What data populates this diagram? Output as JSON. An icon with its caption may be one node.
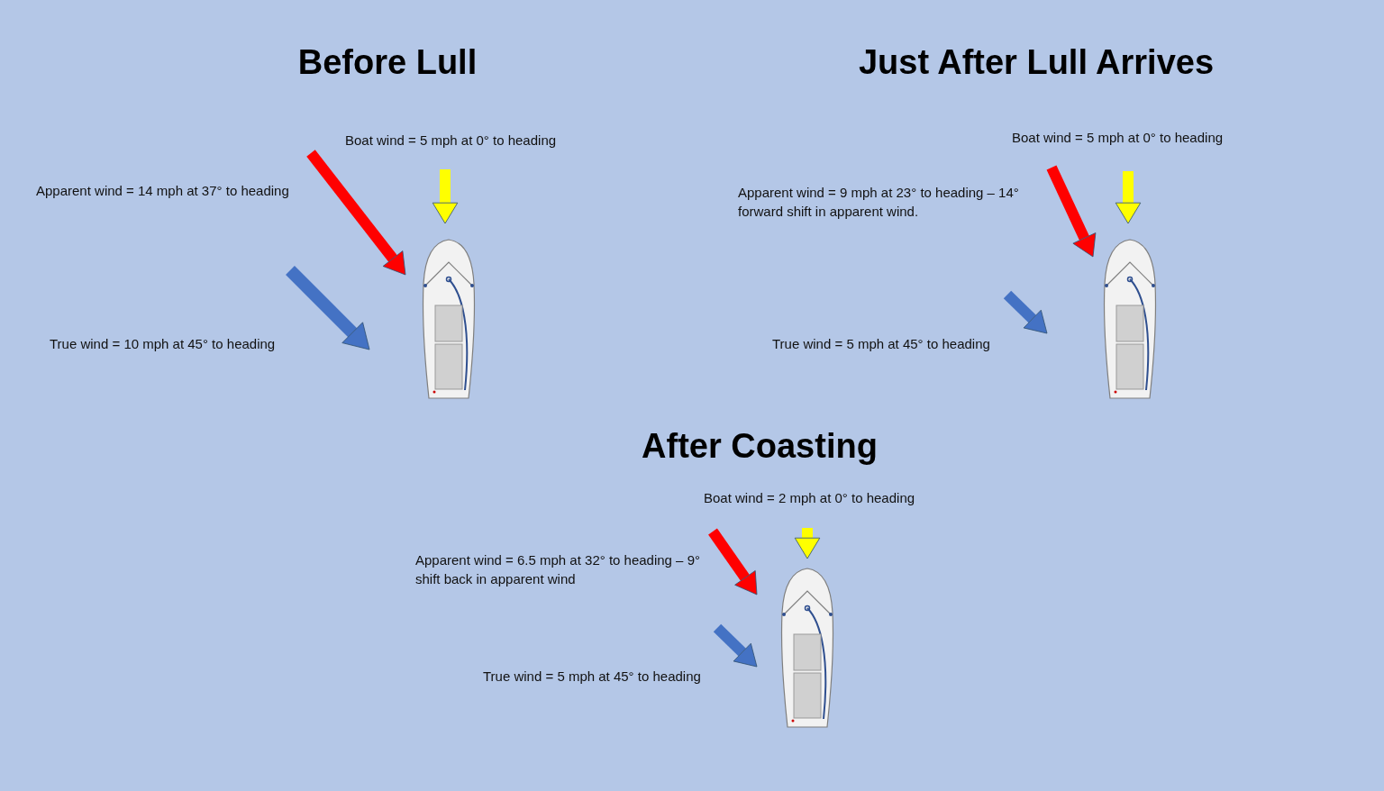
{
  "diagram": {
    "labels": [
      "Before Lull",
      "Just After Lull Arrives",
      "Boat wind = 5 mph at 0° to heading",
      "Apparent wind = 14 mph at 37° to heading",
      "True wind = 10 mph at 45° to heading",
      "Boat wind = 5 mph at 0° to heading",
      "Apparent wind = 9 mph at 23° to heading – 14° forward shift in apparent wind.",
      "True wind = 5 mph at 45° to heading",
      "After Coasting",
      "Boat wind = 2 mph at 0° to heading",
      "Apparent wind = 6.5 mph at 32° to heading – 9° shift back in apparent wind",
      "True wind = 5 mph at 45° to heading"
    ]
  }
}
